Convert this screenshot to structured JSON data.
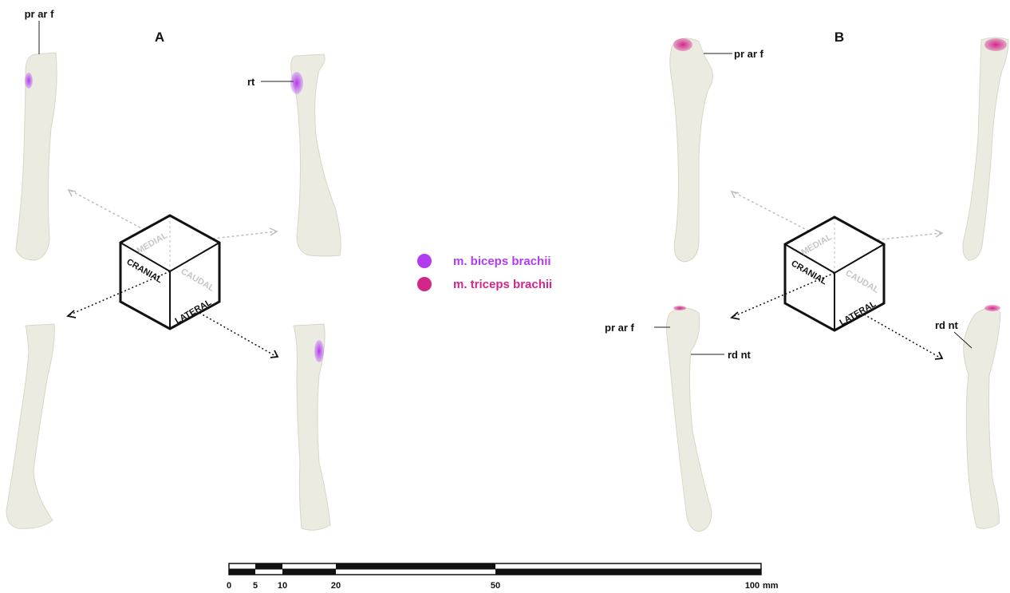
{
  "panels": {
    "a": "A",
    "b": "B"
  },
  "labels": {
    "a_top_left": "pr ar f",
    "a_top_right": "rt",
    "b_top_left": "pr ar f",
    "b_bottom_left_1": "pr ar f",
    "b_bottom_left_2": "rd nt",
    "b_bottom_right": "rd nt"
  },
  "cube": {
    "medial": "MEDIAL",
    "cranial": "CRANIAL",
    "caudal": "CAUDAL",
    "lateral": "LATERAL"
  },
  "legend": [
    {
      "label": "m. biceps brachii",
      "color": "#b33cf0"
    },
    {
      "label": "m. triceps brachii",
      "color": "#d3268a"
    }
  ],
  "scale_bar": {
    "ticks": [
      "0",
      "5",
      "10",
      "20",
      "50",
      "100"
    ],
    "unit": "mm"
  }
}
